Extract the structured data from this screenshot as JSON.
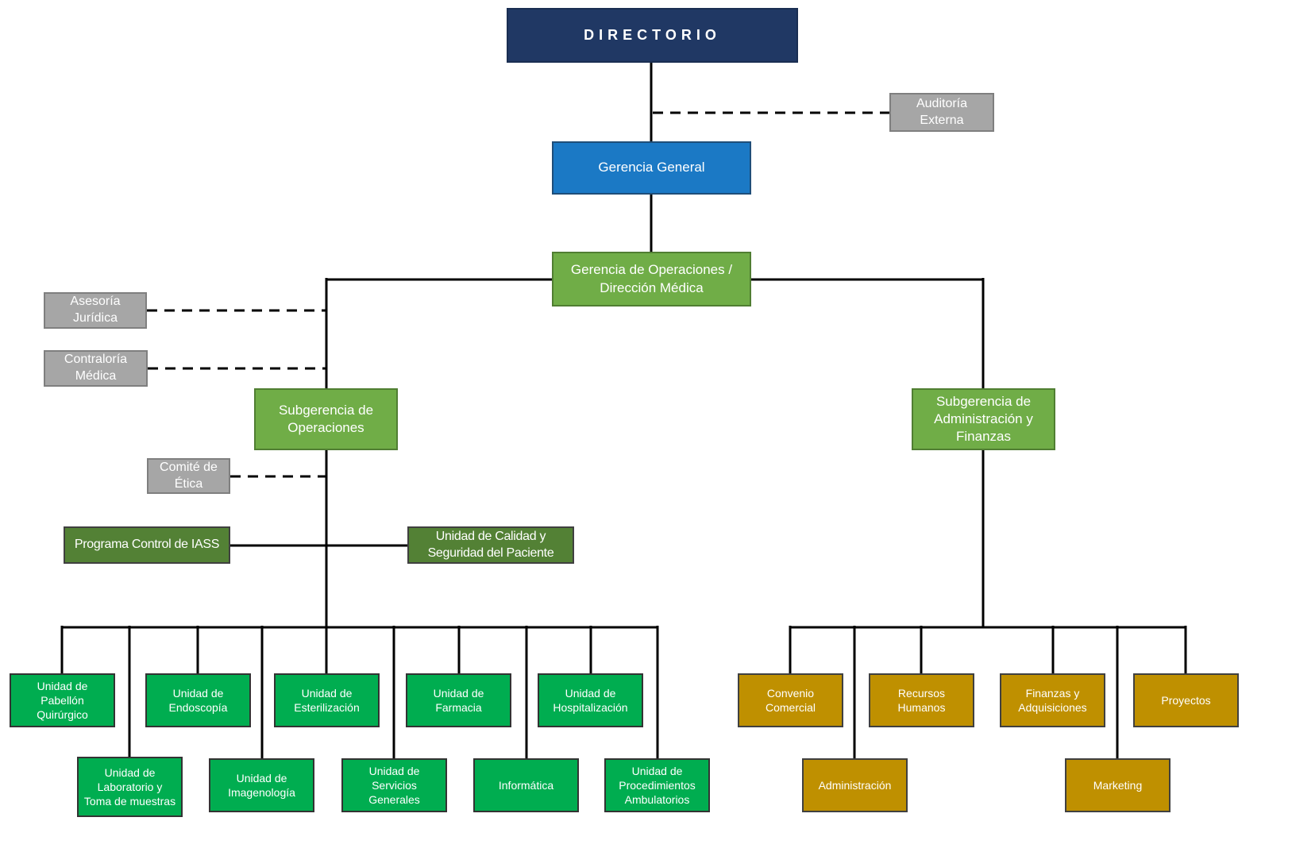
{
  "diagram_type": "organizational-chart",
  "language": "es",
  "colors": {
    "navy": "#203864",
    "blue": "#1b79c5",
    "green": "#70ad47",
    "dark_green": "#538135",
    "bright_green": "#00ad50",
    "gold": "#bf9000",
    "gray": "#a6a6a6",
    "line": "#000000",
    "text": "#ffffff"
  },
  "nodes": {
    "directorio": {
      "label": "DIRECTORIO"
    },
    "auditoria_externa": {
      "label": "Auditoría Externa"
    },
    "gerencia_general": {
      "label": "Gerencia General"
    },
    "gerencia_operaciones": {
      "label": "Gerencia de Operaciones / Dirección Médica"
    },
    "asesoria_juridica": {
      "label": "Asesoría Jurídica"
    },
    "contraloria_medica": {
      "label": "Contraloría Médica"
    },
    "subgerencia_operaciones": {
      "label": "Subgerencia de Operaciones"
    },
    "comite_etica": {
      "label": "Comité de Ética"
    },
    "programa_iass": {
      "label": "Programa Control de IASS"
    },
    "unidad_calidad": {
      "label": "Unidad de Calidad y Seguridad del Paciente"
    },
    "subgerencia_admin": {
      "label": "Subgerencia de Administración y Finanzas"
    },
    "unidad_pabellon": {
      "label": "Unidad de Pabellón Quirúrgico"
    },
    "unidad_endoscopia": {
      "label": "Unidad de Endoscopía"
    },
    "unidad_esterilizacion": {
      "label": "Unidad de Esterilización"
    },
    "unidad_farmacia": {
      "label": "Unidad de Farmacia"
    },
    "unidad_hospitalizacion": {
      "label": "Unidad de Hospitalización"
    },
    "unidad_laboratorio": {
      "label": "Unidad de Laboratorio y Toma de muestras"
    },
    "unidad_imagenologia": {
      "label": "Unidad de Imagenología"
    },
    "unidad_servicios": {
      "label": "Unidad de Servicios Generales"
    },
    "informatica": {
      "label": "Informática"
    },
    "unidad_procedimientos": {
      "label": "Unidad de Procedimientos Ambulatorios"
    },
    "convenio_comercial": {
      "label": "Convenio Comercial"
    },
    "recursos_humanos": {
      "label": "Recursos Humanos"
    },
    "finanzas_adquisiciones": {
      "label": "Finanzas y Adquisiciones"
    },
    "proyectos": {
      "label": "Proyectos"
    },
    "administracion": {
      "label": "Administración"
    },
    "marketing": {
      "label": "Marketing"
    }
  }
}
